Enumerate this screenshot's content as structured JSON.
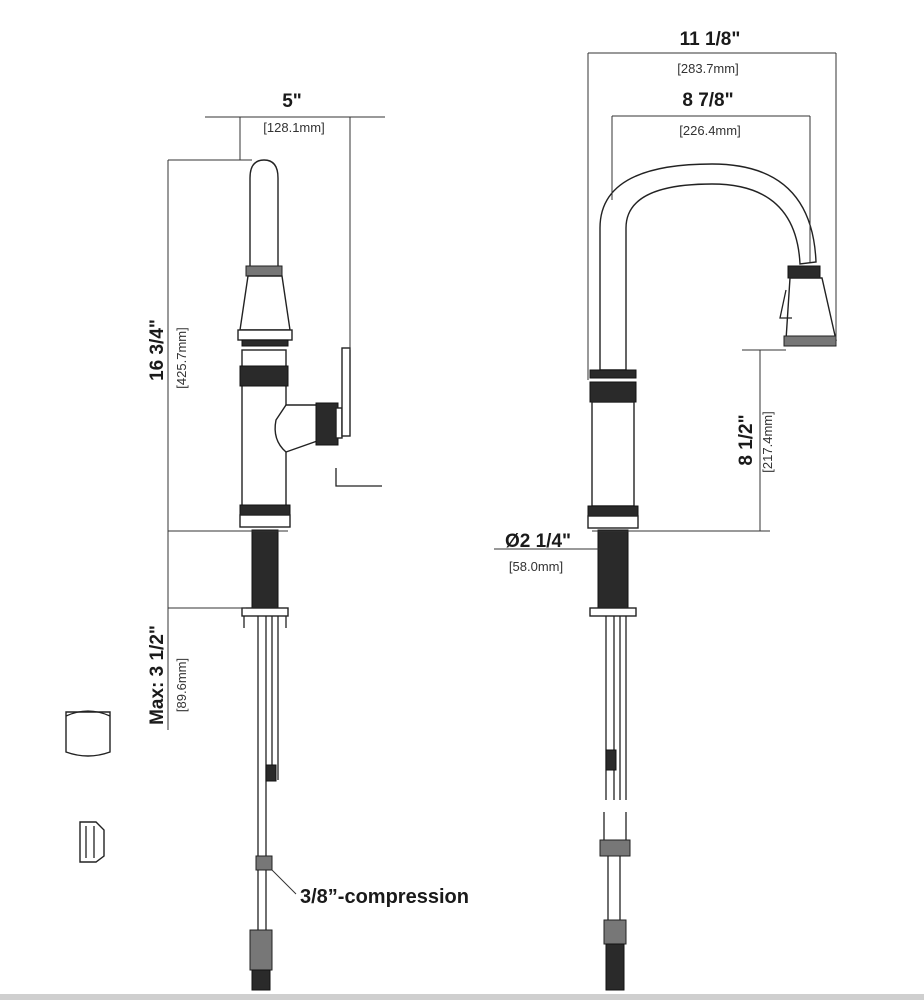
{
  "left_view": {
    "width": {
      "imperial": "5\"",
      "metric": "[128.1mm]"
    },
    "height": {
      "imperial": "16 3/4\"",
      "metric": "[425.7mm]"
    },
    "deck": {
      "imperial": "Max: 3 1/2\"",
      "metric": "[89.6mm]"
    },
    "connection_label": "3/8”-compression"
  },
  "right_view": {
    "reach_outer": {
      "imperial": "11 1/8\"",
      "metric": "[283.7mm]"
    },
    "reach_inner": {
      "imperial": "8 7/8\"",
      "metric": "[226.4mm]"
    },
    "spout_height": {
      "imperial": "8 1/2\"",
      "metric": "[217.4mm]"
    },
    "base_diameter": {
      "imperial": "Ø2 1/4\"",
      "metric": "[58.0mm]"
    }
  },
  "colors": {
    "line": "#222222",
    "fill": "#ffffff",
    "dark": "#2a2a2a"
  }
}
